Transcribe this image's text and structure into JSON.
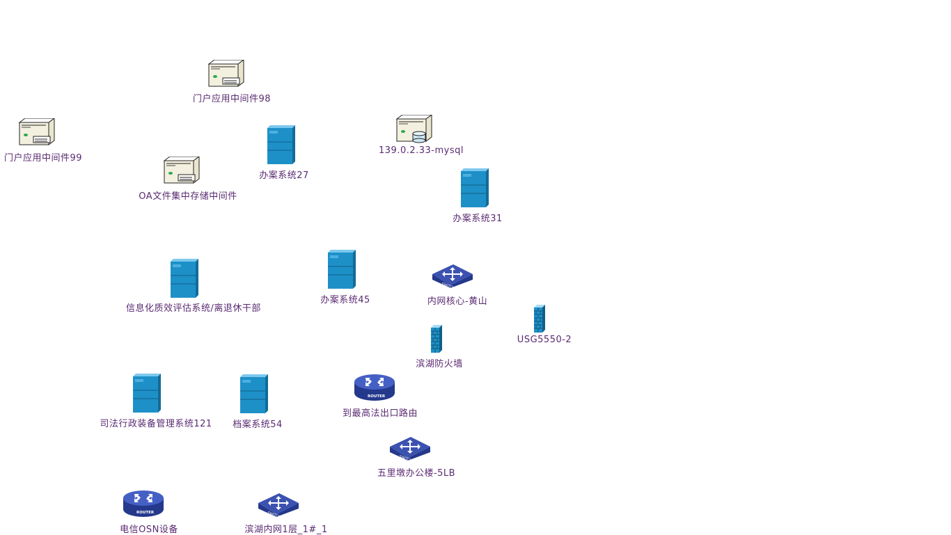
{
  "theme": {
    "label_color": "#5a2a72",
    "server_blue": "#1e90c8",
    "router_blue": "#2a3e9a"
  },
  "nodes": [
    {
      "id": "portal-mw-98",
      "type": "storage-server",
      "label": "门户应用中间件98"
    },
    {
      "id": "portal-mw-99",
      "type": "storage-server",
      "label": "门户应用中间件99"
    },
    {
      "id": "mysql-139",
      "type": "db-server",
      "label": "139.0.2.33-mysql"
    },
    {
      "id": "oa-storage-mw",
      "type": "storage-server",
      "label": "OA文件集中存储中间件"
    },
    {
      "id": "case-27",
      "type": "server-tower",
      "label": "办案系统27"
    },
    {
      "id": "case-31",
      "type": "server-tower",
      "label": "办案系统31"
    },
    {
      "id": "info-eval",
      "type": "server-tower",
      "label": "信息化质效评估系统/离退休干部"
    },
    {
      "id": "case-45",
      "type": "server-tower",
      "label": "办案系统45"
    },
    {
      "id": "core-huangshan",
      "type": "switch",
      "label": "内网核心-黄山"
    },
    {
      "id": "usg5550-2",
      "type": "firewall",
      "label": "USG5550-2"
    },
    {
      "id": "binhu-firewall",
      "type": "firewall",
      "label": "滨湖防火墙"
    },
    {
      "id": "route-supreme",
      "type": "router",
      "label": "到最高法出口路由"
    },
    {
      "id": "judicial-121",
      "type": "server-tower",
      "label": "司法行政装备管理系统121"
    },
    {
      "id": "archive-54",
      "type": "server-tower",
      "label": "档案系统54"
    },
    {
      "id": "wulidun-5lb",
      "type": "switch",
      "label": "五里墩办公楼-5LB"
    },
    {
      "id": "telecom-osn",
      "type": "router",
      "label": "电信OSN设备"
    },
    {
      "id": "binhu-intranet",
      "type": "switch",
      "label": "滨湖内网1层_1#_1"
    }
  ]
}
